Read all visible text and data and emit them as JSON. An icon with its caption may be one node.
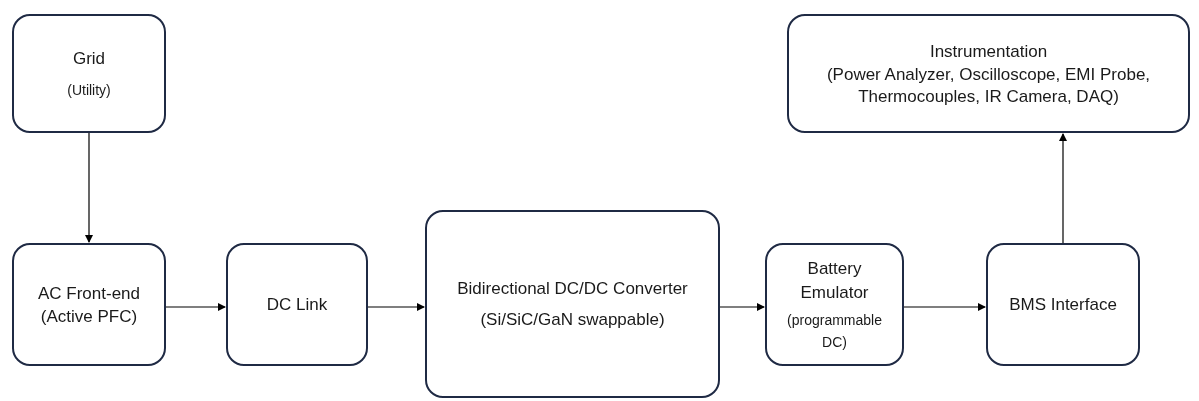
{
  "diagram": {
    "nodes": [
      {
        "text": [
          "Grid",
          "(Utility)"
        ]
      },
      {
        "text": [
          "AC Front-end",
          "(Active PFC)"
        ]
      },
      {
        "text": [
          "DC Link"
        ]
      },
      {
        "text": [
          "Bidirectional DC/DC Converter",
          "(Si/SiC/GaN swappable)"
        ]
      },
      {
        "text": [
          "Battery Emulator",
          "(programmable DC)"
        ]
      },
      {
        "text": [
          "BMS Interface"
        ]
      },
      {
        "text": [
          "Instrumentation",
          "(Power Analyzer, Oscilloscope, EMI Probe, Thermocouples, IR Camera, DAQ)"
        ]
      }
    ],
    "edges": [
      {
        "from": 0,
        "to": 1,
        "arrow": "to"
      },
      {
        "from": 1,
        "to": 2,
        "arrow": "to"
      },
      {
        "from": 2,
        "to": 3,
        "arrow": "to"
      },
      {
        "from": 3,
        "to": 4,
        "arrow": "to"
      },
      {
        "from": 4,
        "to": 5,
        "arrow": "to"
      },
      {
        "from": 5,
        "to": 6,
        "arrow": "to"
      }
    ]
  }
}
